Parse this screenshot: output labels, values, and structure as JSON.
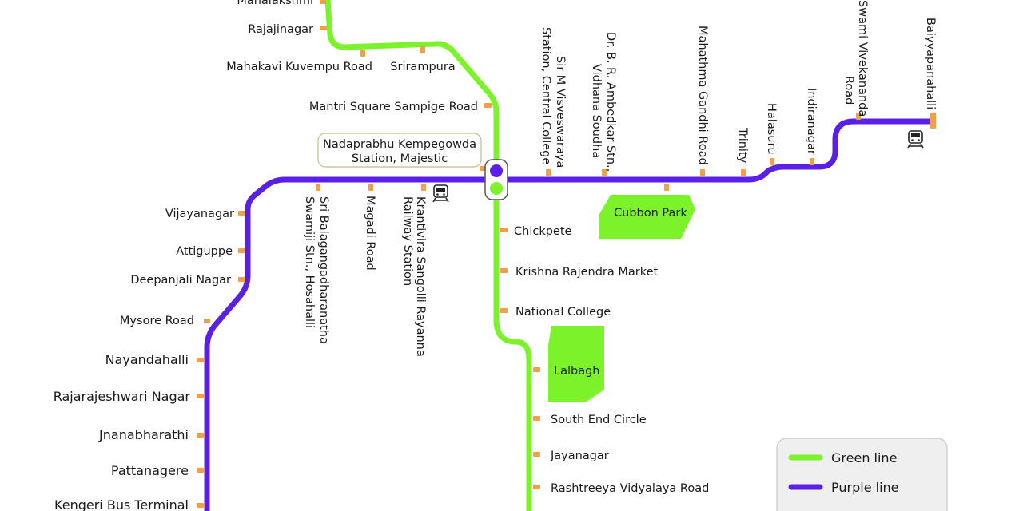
{
  "colors": {
    "green_line": "#7cf22a",
    "purple_line": "#5b20e6",
    "station_tick": "#f0a04b",
    "park": "#7cf22a",
    "legend_bg": "#efefef"
  },
  "lines": {
    "green": {
      "name": "Green line",
      "stations": [
        "Mahalakshmi",
        "Rajajinagar",
        "Mahakavi Kuvempu Road",
        "Srirampura",
        "Mantri Square Sampige Road",
        "Chickpete",
        "Krishna Rajendra Market",
        "National College",
        "Lalbagh",
        "South End Circle",
        "Jayanagar",
        "Rashtreeya Vidyalaya Road"
      ]
    },
    "purple": {
      "name": "Purple line",
      "stations": [
        "Kengeri Bus Terminal",
        "Pattanagere",
        "Jnanabharathi",
        "Rajarajeshwari Nagar",
        "Nayandahalli",
        "Mysore Road",
        "Deepanjali Nagar",
        "Attiguppe",
        "Vijayanagar",
        "Sri Balagangadharanatha Swamiji Stn., Hosahalli",
        "Magadi Road",
        "Krantivira Sangolli Rayanna Railway Station",
        "Sir M Visveswaraya Station, Central College",
        "Dr. B. R. Ambedkar Stn., Vidhana Soudha",
        "Mahathma Gandhi Road",
        "Trinity",
        "Halasuru",
        "Indiranagar",
        "Swami Vivekananda Road",
        "Baiyyapanahalli"
      ]
    }
  },
  "interchange": {
    "name_line1": "Nadaprabhu Kempegowda",
    "name_line2": "Station, Majestic"
  },
  "parks": {
    "cubbon": "Cubbon Park",
    "lalbagh": "Lalbagh"
  },
  "legend": {
    "green": "Green line",
    "purple": "Purple line"
  },
  "icons": {
    "railway": "train-icon"
  }
}
